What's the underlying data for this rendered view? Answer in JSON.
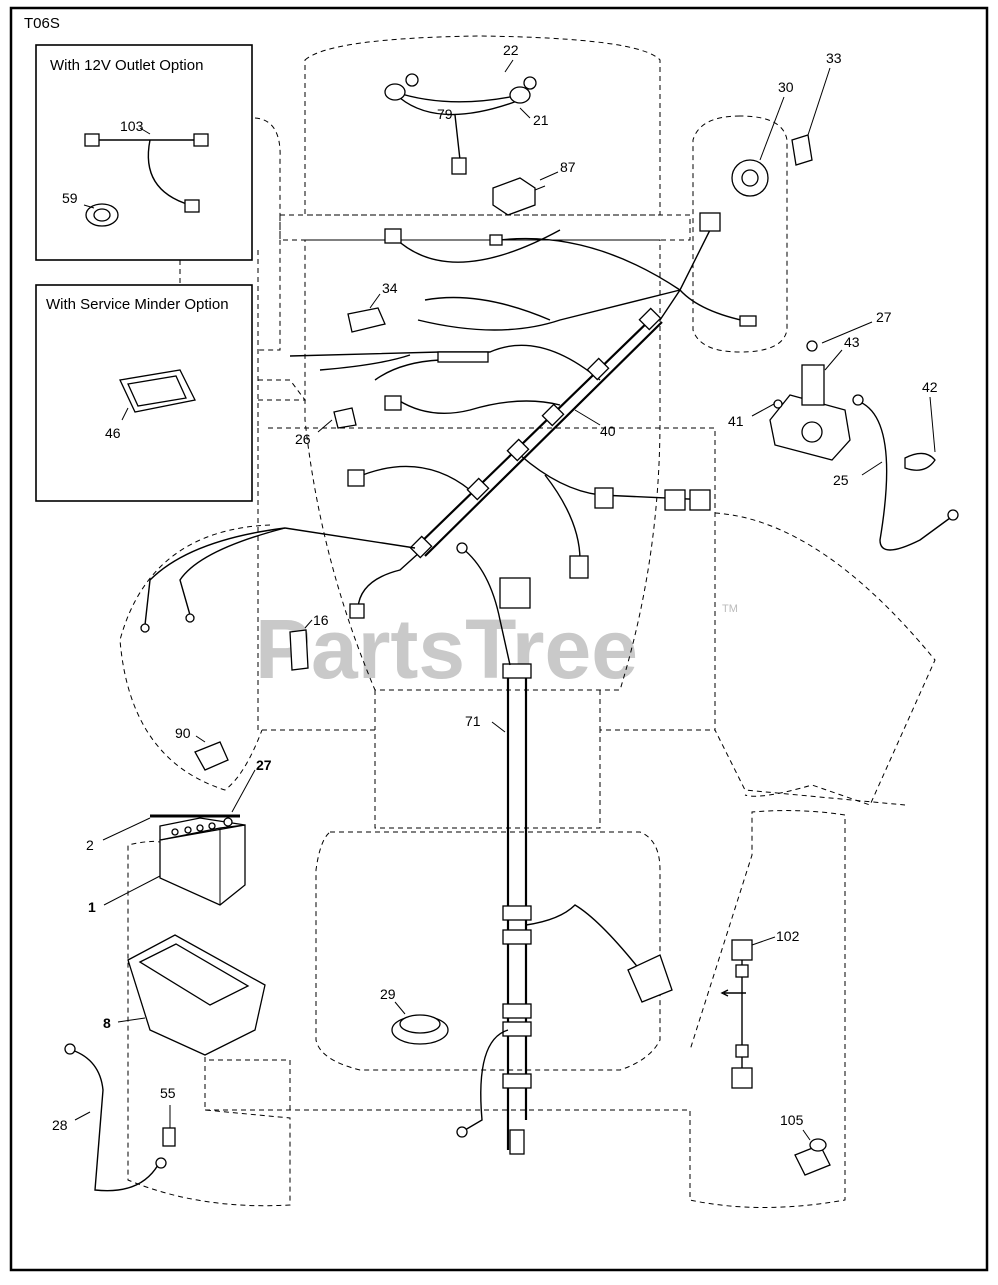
{
  "diagram_code": "T06S",
  "options": {
    "outlet": "With 12V Outlet Option",
    "minder": "With Service Minder Option"
  },
  "watermark": {
    "text": "PartsTree",
    "tm": "TM"
  },
  "callouts": {
    "c1": "1",
    "c2": "2",
    "c8": "8",
    "c16": "16",
    "c21": "21",
    "c22": "22",
    "c25": "25",
    "c26": "26",
    "c27a": "27",
    "c27b": "27",
    "c28": "28",
    "c29": "29",
    "c30": "30",
    "c33": "33",
    "c34": "34",
    "c40": "40",
    "c41": "41",
    "c42": "42",
    "c43": "43",
    "c46": "46",
    "c55": "55",
    "c59": "59",
    "c71": "71",
    "c79": "79",
    "c87": "87",
    "c90": "90",
    "c102": "102",
    "c103": "103",
    "c105": "105"
  }
}
